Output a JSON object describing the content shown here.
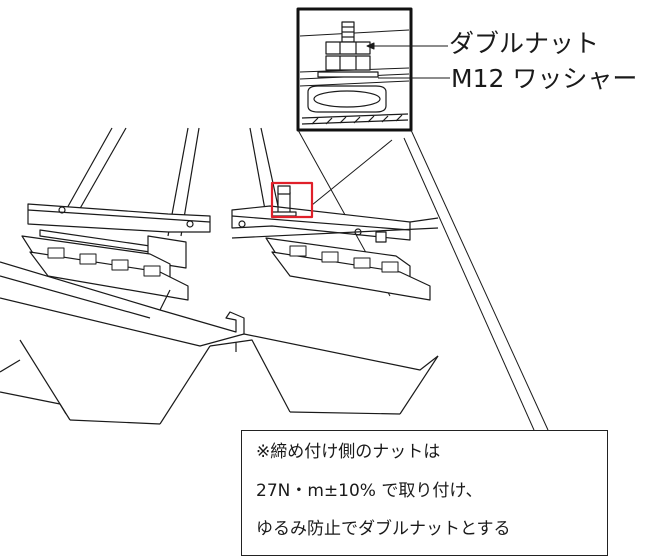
{
  "callouts": {
    "double_nut": "ダブルナット",
    "washer": "M12 ワッシャー"
  },
  "note": {
    "line1": "※締め付け側のナットは",
    "line2": "27N・m±10% で取り付け、",
    "line3": "ゆるみ防止でダブルナットとする"
  },
  "colors": {
    "line": "#1a1a1a",
    "highlight": "#e0202a"
  }
}
